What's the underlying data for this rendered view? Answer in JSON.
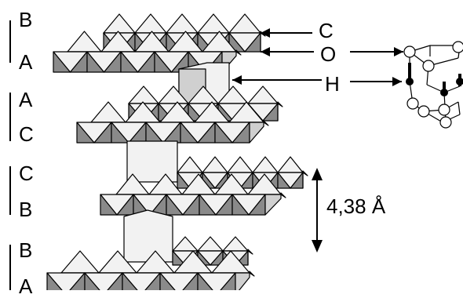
{
  "stacking_labels": [
    {
      "upper": "B",
      "lower": "A"
    },
    {
      "upper": "A",
      "lower": "C"
    },
    {
      "upper": "C",
      "lower": "B"
    },
    {
      "upper": "B",
      "lower": "A"
    }
  ],
  "site_labels": {
    "c": "C",
    "o": "O",
    "h": "H"
  },
  "spacing_label": "4,38 Å",
  "colors": {
    "face_light": "#f2f2f2",
    "face_mid": "#d0d0d0",
    "face_dark": "#8a8a8a",
    "line": "#000000"
  }
}
